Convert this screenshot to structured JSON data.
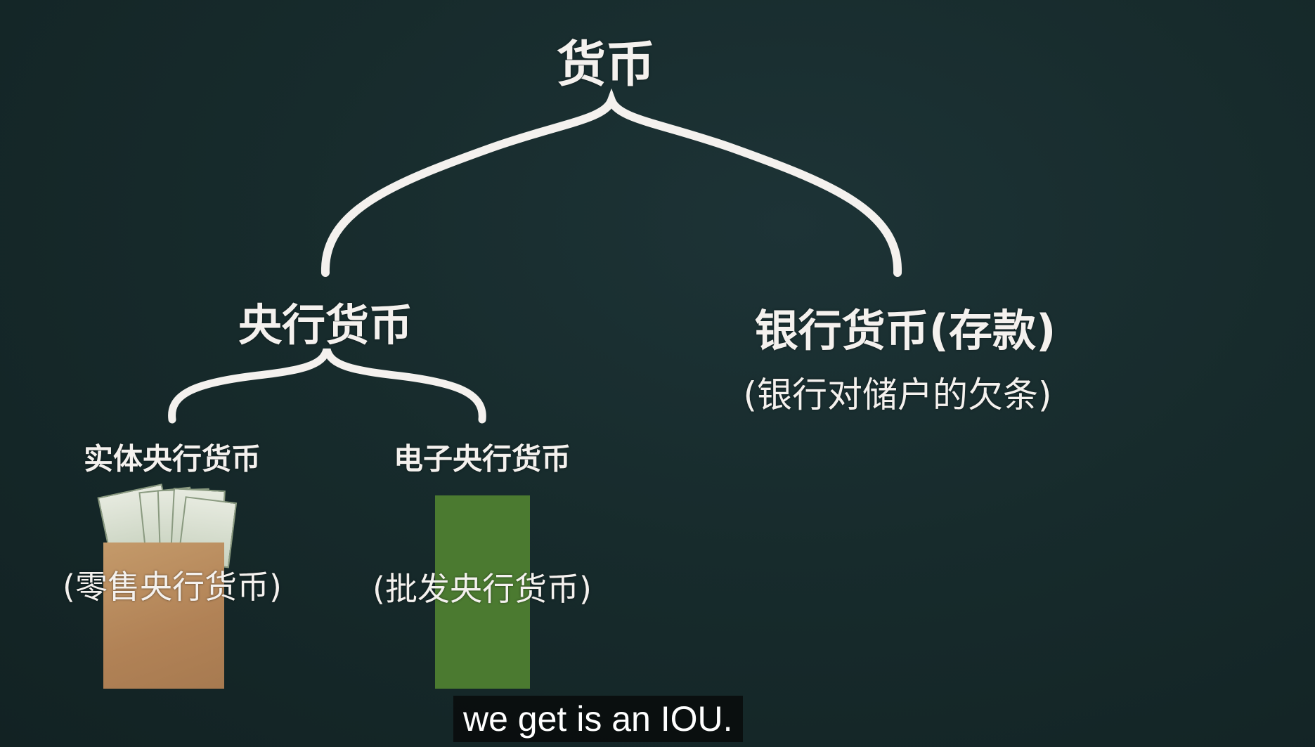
{
  "diagram": {
    "root": "货币",
    "central_bank_money": {
      "label": "央行货币",
      "physical": {
        "label": "实体央行货币",
        "sub": "(零售央行货币)",
        "icon": "money-envelope-icon"
      },
      "electronic": {
        "label": "电子央行货币",
        "sub": "(批发央行货币)",
        "color": "#4b7a30"
      }
    },
    "bank_money": {
      "label": "银行货币(存款)",
      "sub": "(银行对储户的欠条)"
    }
  },
  "subtitle": "we get is an IOU."
}
